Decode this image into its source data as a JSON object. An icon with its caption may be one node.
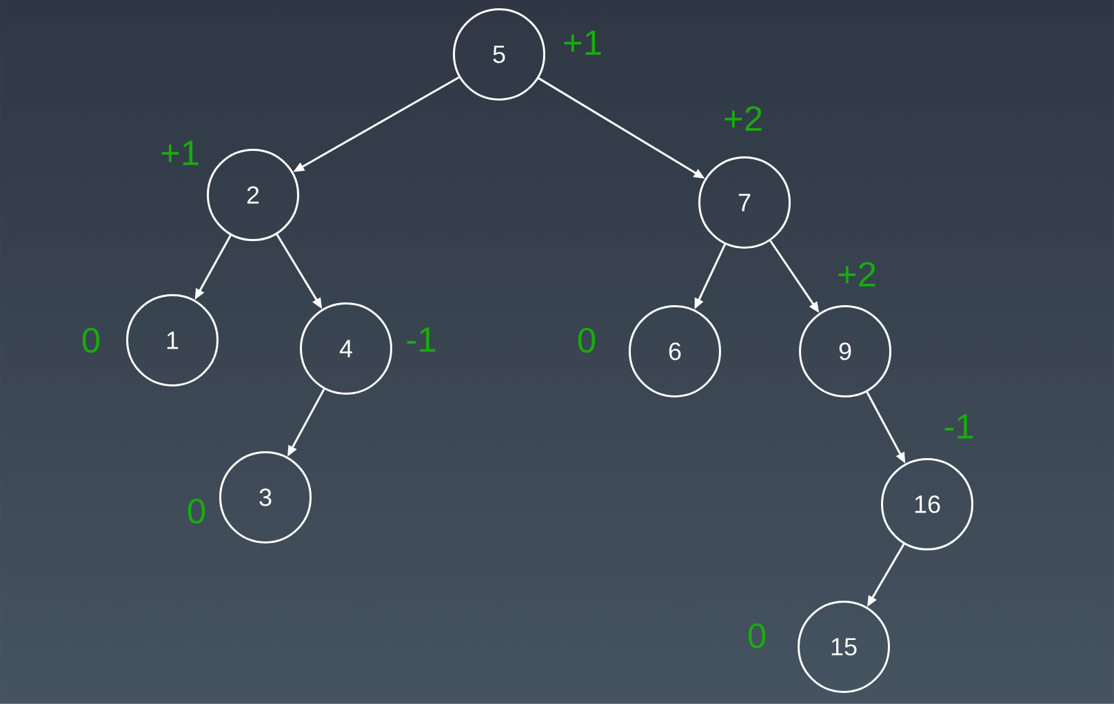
{
  "diagram": {
    "nodes": [
      {
        "text": [
          "5"
        ],
        "beside": [
          "+1"
        ]
      },
      {
        "text": [
          "2"
        ],
        "beside": [
          "+1"
        ]
      },
      {
        "text": [
          "7"
        ],
        "beside": [
          "+2"
        ]
      },
      {
        "text": [
          "1"
        ],
        "beside": [
          "0"
        ]
      },
      {
        "text": [
          "4"
        ],
        "beside": [
          "-1"
        ]
      },
      {
        "text": [
          "6"
        ],
        "beside": [
          "0"
        ]
      },
      {
        "text": [
          "9"
        ],
        "beside": [
          "+2"
        ]
      },
      {
        "text": [
          "3"
        ],
        "beside": [
          "0"
        ]
      },
      {
        "text": [
          "16"
        ],
        "beside": [
          "-1"
        ]
      },
      {
        "text": [
          "15"
        ],
        "beside": [
          "0"
        ]
      }
    ],
    "edges": [
      {
        "from": 0,
        "to": 1,
        "arrow": "to"
      },
      {
        "from": 0,
        "to": 2,
        "arrow": "to"
      },
      {
        "from": 1,
        "to": 3,
        "arrow": "to"
      },
      {
        "from": 1,
        "to": 4,
        "arrow": "to"
      },
      {
        "from": 2,
        "to": 5,
        "arrow": "to"
      },
      {
        "from": 2,
        "to": 6,
        "arrow": "to"
      },
      {
        "from": 4,
        "to": 7,
        "arrow": "to"
      },
      {
        "from": 6,
        "to": 8,
        "arrow": "to"
      },
      {
        "from": 8,
        "to": 9,
        "arrow": "to"
      }
    ]
  }
}
